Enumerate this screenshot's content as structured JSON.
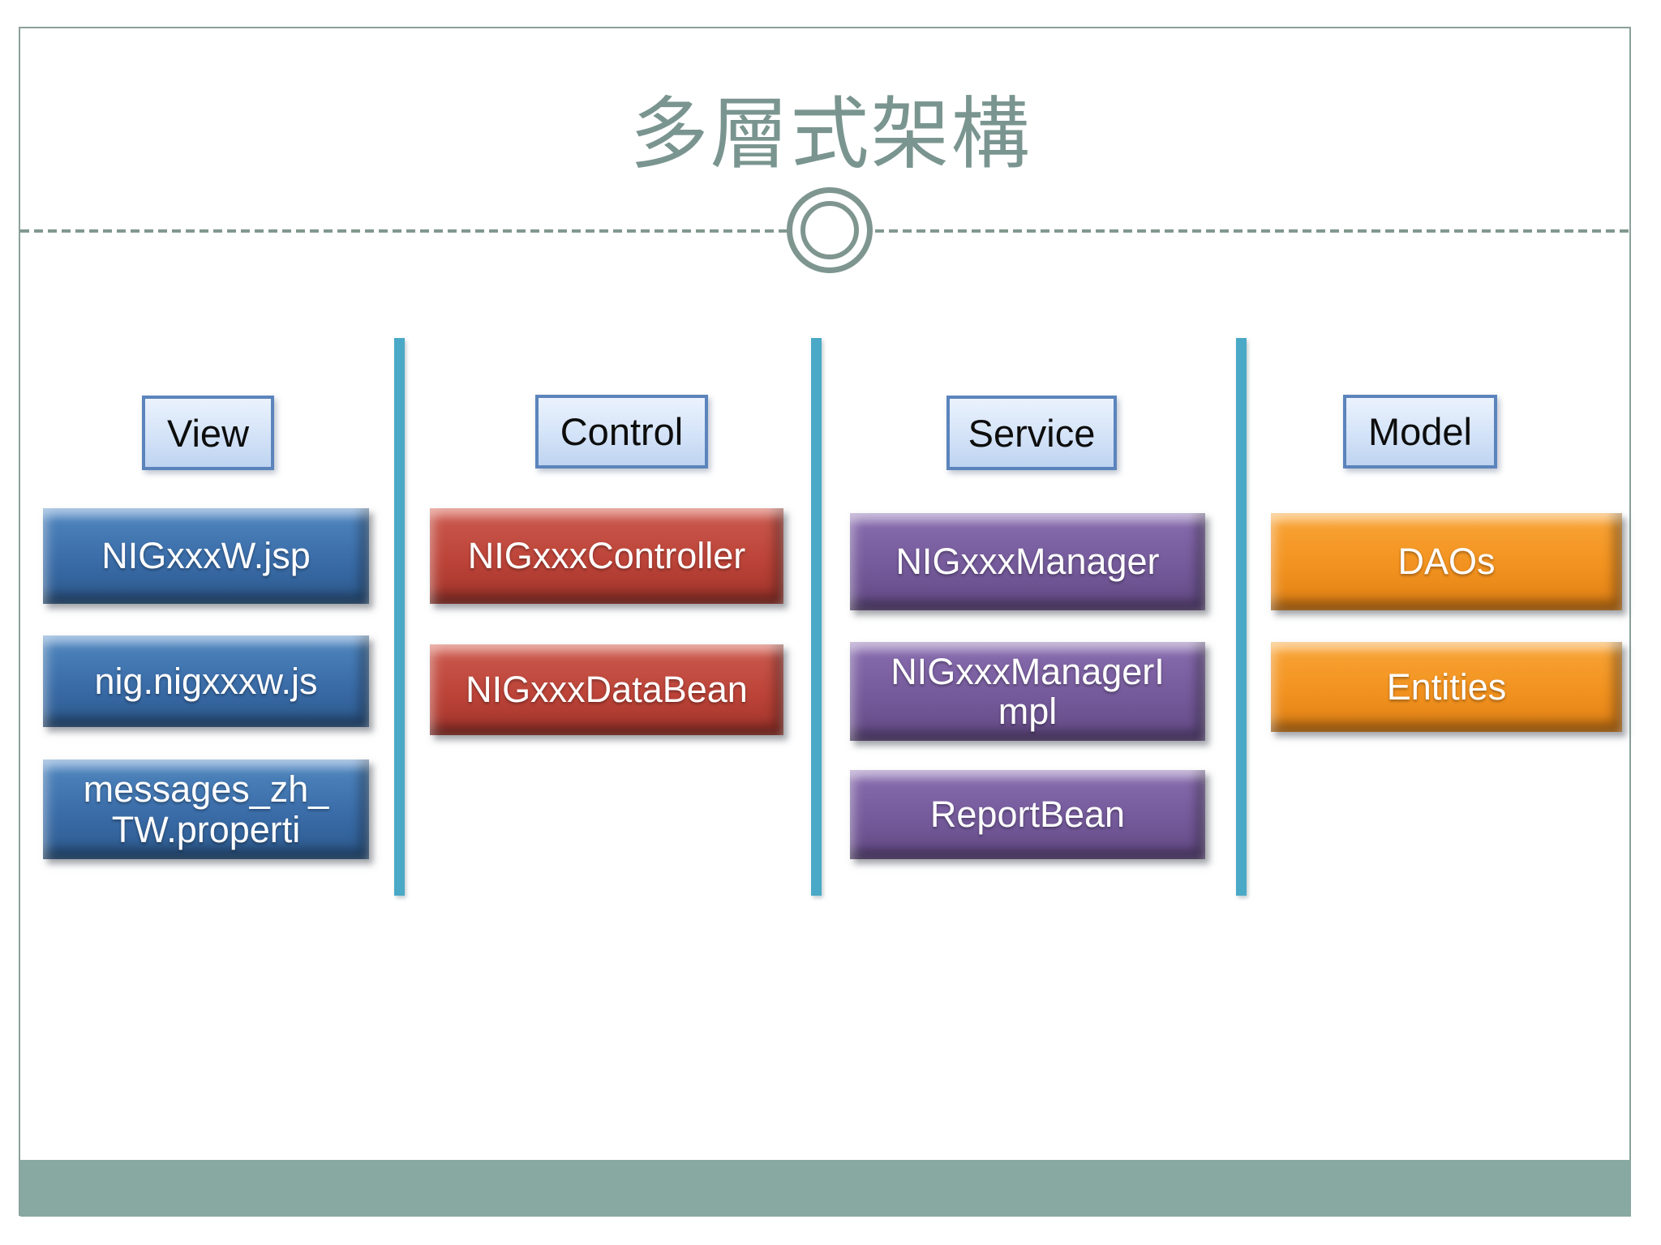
{
  "slide": {
    "title": "多層式架構",
    "colors": {
      "accent_sage": "#7e968f",
      "accent_teal": "#4aa9c6",
      "footer_fill": "#88a8a2",
      "header_fill": "#d8e6f9",
      "header_border": "#5b84bc",
      "view_blue": "#3a6ca8",
      "control_red": "#bc4338",
      "service_purple": "#745a9a",
      "model_orange": "#f2921f"
    }
  },
  "columns": [
    {
      "header": "View",
      "items": [
        "NIGxxxW.jsp",
        "nig.nigxxxw.js",
        "messages_zh_\nTW.properti"
      ]
    },
    {
      "header": "Control",
      "items": [
        "NIGxxxController",
        "NIGxxxDataBean"
      ]
    },
    {
      "header": "Service",
      "items": [
        "NIGxxxManager",
        "NIGxxxManagerI\nmpl",
        "ReportBean"
      ]
    },
    {
      "header": "Model",
      "items": [
        "DAOs",
        "Entities"
      ]
    }
  ]
}
